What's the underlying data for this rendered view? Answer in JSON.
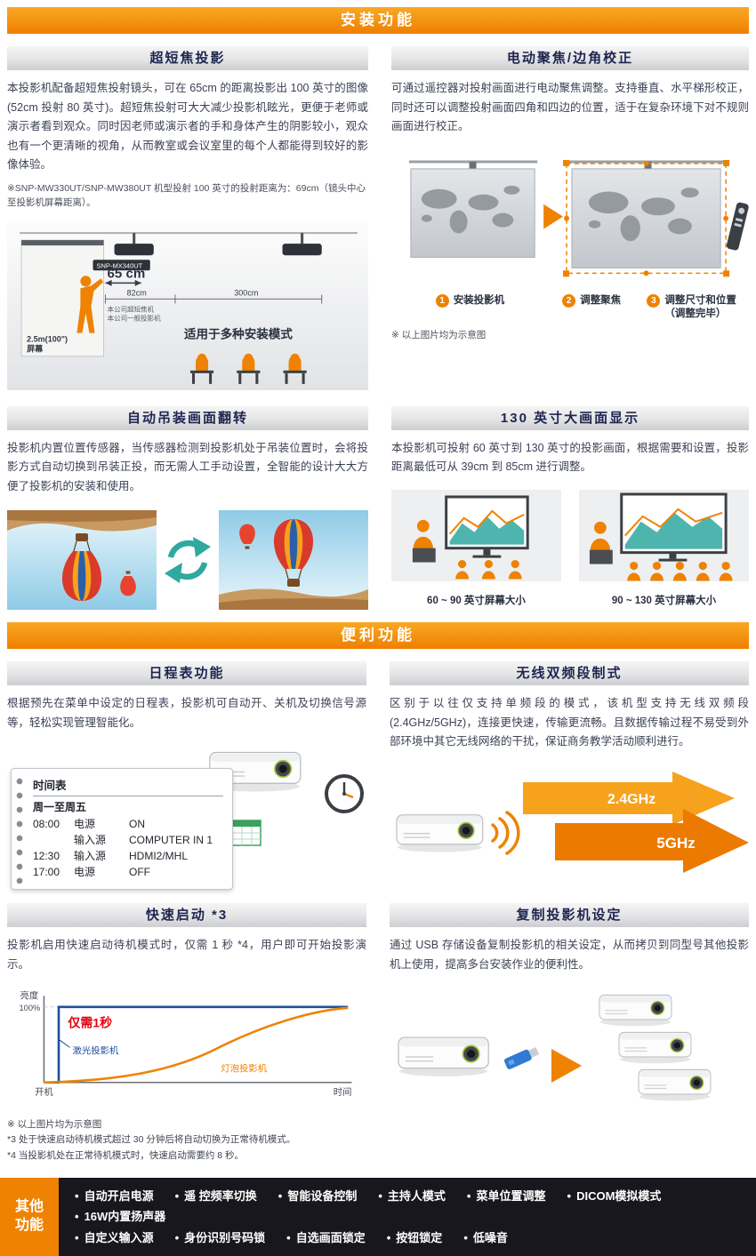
{
  "banners": {
    "install": "安装功能",
    "convenience": "便利功能"
  },
  "ust": {
    "title": "超短焦投影",
    "body": "本投影机配备超短焦投射镜头，可在 65cm 的距离投影出 100 英寸的图像 (52cm 投射 80 英寸)。超短焦投射可大大减少投影机眩光，更便于老师或演示者看到观众。同时因老师或演示者的手和身体产生的阴影较小，观众也有一个更清晰的视角，从而教室或会议室里的每个人都能得到较好的影像体验。",
    "note": "※SNP-MW330UT/SNP-MW380UT 机型投射 100 英寸的投射距离为：69cm（镜头中心至投影机屏幕距离）。",
    "diagram": {
      "model": "SNP-MX340UT",
      "dist_main": "65 cm",
      "dist_short": "82cm",
      "dist_long": "300cm",
      "label_ust": "本公司超短焦机",
      "label_normal": "本公司一般投影机",
      "modes": "适用于多种安装模式",
      "screen_line1": "2.5m(100\")",
      "screen_line2": "屏幕"
    }
  },
  "focus": {
    "title": "电动聚焦/边角校正",
    "body": "可通过遥控器对投射画面进行电动聚焦调整。支持垂直、水平梯形校正，同时还可以调整投射画面四角和四边的位置，适于在复杂环境下对不规则画面进行校正。",
    "steps": [
      {
        "num": "1",
        "label": "安装投影机"
      },
      {
        "num": "2",
        "label": "调整聚焦"
      },
      {
        "num": "3",
        "label": "调整尺寸和位置",
        "sub": "（调整完毕）"
      }
    ],
    "note": "※ 以上图片均为示意图"
  },
  "flip": {
    "title": "自动吊装画面翻转",
    "body": "投影机内置位置传感器，当传感器检测到投影机处于吊装位置时，会将投影方式自动切换到吊装正投，而无需人工手动设置，全智能的设计大大方便了投影机的安装和使用。"
  },
  "size130": {
    "title": "130 英寸大画面显示",
    "body": "本投影机可投射 60 英寸到 130 英寸的投影画面，根据需要和设置，投影距离最低可从 39cm 到 85cm 进行调整。",
    "captions": [
      "60 ~ 90 英寸屏幕大小",
      "90 ~ 130 英寸屏幕大小"
    ]
  },
  "schedule": {
    "title": "日程表功能",
    "body": "根据预先在菜单中设定的日程表，投影机可自动开、关机及切换信号源等，轻松实现管理智能化。",
    "table": {
      "header": "时间表",
      "days": "周一至周五",
      "rows": [
        [
          "08:00",
          "电源",
          "ON"
        ],
        [
          "",
          "输入源",
          "COMPUTER IN 1"
        ],
        [
          "12:30",
          "输入源",
          "HDMI2/MHL"
        ],
        [
          "17:00",
          "电源",
          "OFF"
        ]
      ]
    }
  },
  "wireless": {
    "title": "无线双频段制式",
    "body": "区别于以往仅支持单频段的模式，该机型支持无线双频段 (2.4GHz/5GHz)，连接更快速，传输更流畅。且数据传输过程不易受到外部环境中其它无线网络的干扰，保证商务教学活动顺利进行。",
    "bands": [
      "2.4GHz",
      "5GHz"
    ]
  },
  "quickstart": {
    "title": "快速启动 *3",
    "body": "投影机启用快速启动待机模式时，仅需 1 秒 *4，用户即可开始投影演示。",
    "chart_labels": {
      "ylabel": "亮度",
      "ymax": "100%",
      "origin": "开机",
      "xlabel": "时间",
      "callout": "仅需1秒",
      "laser": "激光投影机",
      "lamp": "灯泡投影机"
    }
  },
  "copy": {
    "title": "复制投影机设定",
    "body": "通过 USB 存储设备复制投影机的相关设定，从而拷贝到同型号其他投影机上使用，提高多台安装作业的便利性。"
  },
  "footnotes": [
    "※ 以上图片均为示意图",
    "*3 处于快速启动待机模式超过 30 分钟后将自动切换为正常待机模式。",
    "*4 当投影机处在正常待机模式时，快速启动需要约 8 秒。"
  ],
  "other": {
    "label_line1": "其他",
    "label_line2": "功能",
    "row1": [
      "自动开启电源",
      "遥 控频率切换",
      "智能设备控制",
      "主持人模式",
      "菜单位置调整",
      "DICOM模拟模式",
      "16W内置扬声器"
    ],
    "row2": [
      "自定义输入源",
      "身份识别号码锁",
      "自选画面锁定",
      "按钮锁定",
      "低噪音"
    ]
  },
  "colors": {
    "accent": "#ef8200",
    "banner_top": "#f9a825",
    "banner_bottom": "#ee7f00",
    "teal": "#2fa8a0",
    "dark_bar": "#17171d",
    "laser_blue": "#1f4e9c",
    "callout_red": "#e60012"
  },
  "chart_data": {
    "type": "line",
    "title": "快速启动亮度曲线",
    "xlabel": "时间",
    "ylabel": "亮度",
    "ylim": [
      0,
      100
    ],
    "x_start_label": "开机",
    "annotations": [
      "仅需1秒"
    ],
    "legend_position": "inline",
    "grid": false,
    "series": [
      {
        "name": "激光投影机",
        "color": "#1f4e9c",
        "x": [
          0,
          1,
          1,
          10
        ],
        "y": [
          0,
          0,
          100,
          100
        ]
      },
      {
        "name": "灯泡投影机",
        "color": "#ef8200",
        "x": [
          0,
          2,
          4,
          6,
          8,
          10
        ],
        "y": [
          0,
          5,
          25,
          60,
          88,
          97
        ]
      }
    ]
  }
}
